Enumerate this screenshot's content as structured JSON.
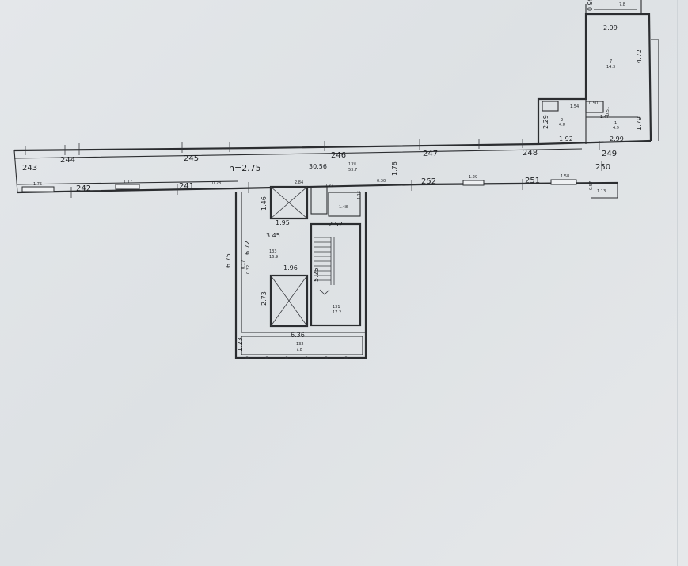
{
  "drawing": {
    "ceiling_height": "h=2.75",
    "axes": [
      "243",
      "244",
      "245",
      "246",
      "247",
      "248",
      "249",
      "250",
      "242",
      "241",
      "252",
      "251"
    ],
    "corridor": {
      "length": "30.56",
      "width": "1.78",
      "room_no": "13Ч",
      "area": "53.7"
    },
    "hall": {
      "width": "3.45",
      "length": "6.72",
      "total_length": "6.75",
      "room_no": "133",
      "area": "16.9",
      "offsets": [
        "0.17",
        "0.32"
      ]
    },
    "lift_upper": {
      "width": "1.95",
      "depth": "1.46",
      "top": "2.84"
    },
    "lift_lower": {
      "width": "1.96",
      "depth": "2.73"
    },
    "stair": {
      "width": "2.52",
      "length": "5.25",
      "room_no": "131",
      "area": "17.2"
    },
    "balcony": {
      "length": "6.36",
      "depth": "1.23",
      "room_no": "132",
      "area": "7.8"
    },
    "right_block": {
      "room1": {
        "width": "2.99",
        "length": "4.72",
        "room_no": "7",
        "area": "14.3"
      },
      "room2": {
        "width": "1.92",
        "length": "2.29",
        "room_no": "2",
        "area": "4.0"
      },
      "room3": {
        "width": "2.99",
        "length": "1.79",
        "room_no": "1",
        "area": "4.9"
      },
      "top_area": "7.8",
      "top_dim": "0.99",
      "small_dims": [
        "1.54",
        "1.47",
        "0.50",
        "0.51"
      ]
    },
    "window_dims": [
      "1.75",
      "1.17",
      "1.29",
      "1.58"
    ],
    "small_dims": [
      "0.28",
      "0.27",
      "0.30",
      "1.15",
      "1.48",
      "1.13",
      "0.57"
    ]
  },
  "colors": {
    "paper": "#e2e5e8",
    "ink": "#2b2d30"
  }
}
